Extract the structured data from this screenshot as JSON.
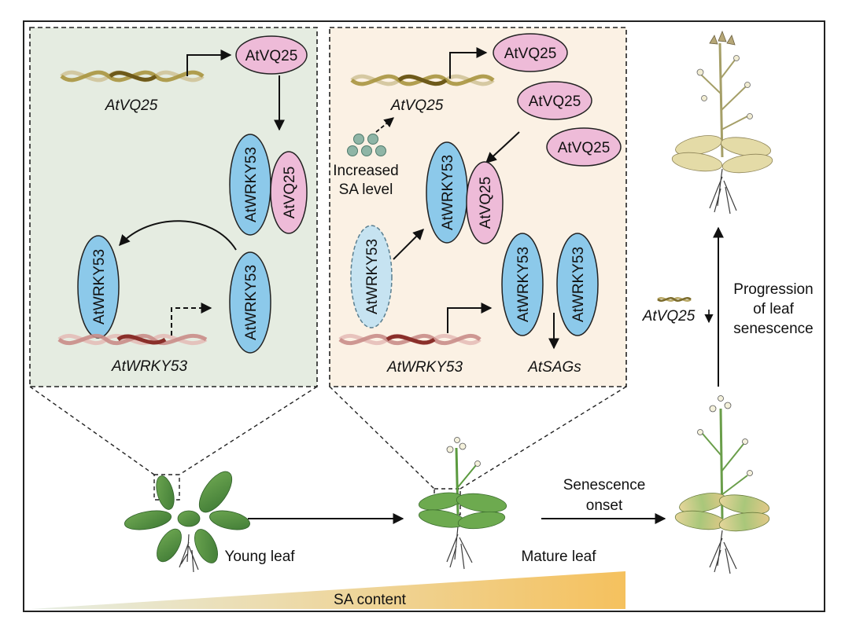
{
  "colors": {
    "panel_young": "#e5ece1",
    "panel_mature": "#fbf1e4",
    "vq25_fill": "#eebbd8",
    "wrky_fill": "#8cc9ea",
    "wrky_faded": "#c6e3f1",
    "gradient_start": "#e6eee4",
    "gradient_end": "#f5c15e"
  },
  "left_panel": {
    "gene_vq25": "AtVQ25",
    "protein_vq25": "AtVQ25",
    "complex_wrky": "AtWRKY53",
    "complex_vq25": "AtVQ25",
    "wrky_left": "AtWRKY53",
    "wrky_right": "AtWRKY53",
    "gene_wrky53": "AtWRKY53"
  },
  "middle_panel": {
    "gene_vq25": "AtVQ25",
    "protein_vq25_top": "AtVQ25",
    "protein_vq25_mid": "AtVQ25",
    "protein_vq25_right": "AtVQ25",
    "sa_label_line1": "Increased",
    "sa_label_line2": "SA level",
    "complex_wrky": "AtWRKY53",
    "complex_vq25": "AtVQ25",
    "wrky_faded": "AtWRKY53",
    "wrky_a": "AtWRKY53",
    "wrky_b": "AtWRKY53",
    "gene_wrky53": "AtWRKY53",
    "target_genes": "AtSAGs"
  },
  "bottom": {
    "young_leaf": "Young leaf",
    "mature_leaf": "Mature leaf",
    "onset_line1": "Senescence",
    "onset_line2": "onset",
    "sa_content": "SA content"
  },
  "right": {
    "vq25_label": "AtVQ25",
    "progression_line1": "Progression",
    "progression_line2": "of leaf",
    "progression_line3": "senescence"
  }
}
